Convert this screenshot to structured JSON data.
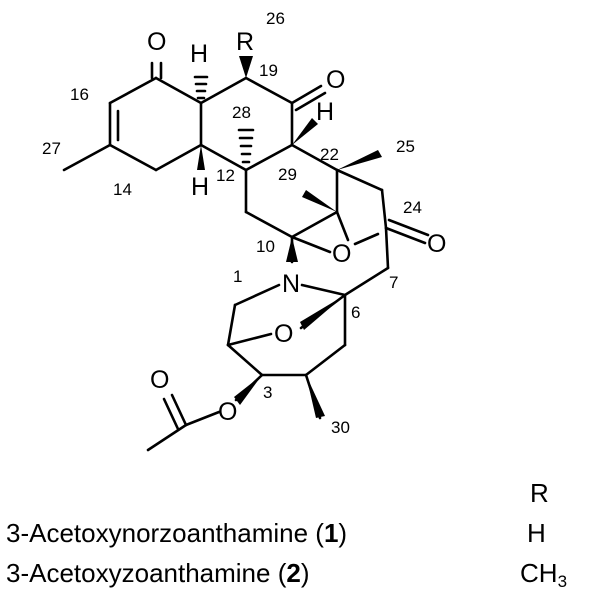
{
  "structure": {
    "atoms": {
      "o_top_ketone": "O",
      "o_c20_ketone": "O",
      "o_c24_ketone": "O",
      "o_ether": "O",
      "o_bridge": "O",
      "o_acetate_carbonyl": "O",
      "o_acetate_ester": "O",
      "n": "N",
      "h_c11": "H",
      "h_c21": "H",
      "h_c13": "H",
      "r_substituent": "R"
    },
    "locants": {
      "n26": "26",
      "n19": "19",
      "n16": "16",
      "n28": "28",
      "n27": "27",
      "n25": "25",
      "n22": "22",
      "n29": "29",
      "n14": "14",
      "n12": "12",
      "n24": "24",
      "n10": "10",
      "n1": "1",
      "n7": "7",
      "n6": "6",
      "n3": "3",
      "n30": "30"
    }
  },
  "legend": {
    "header": "R",
    "rows": [
      {
        "name": "3-Acetoxynorzoanthamine (",
        "number": "1",
        "close": ")",
        "r_value": "H",
        "r_sub": ""
      },
      {
        "name": "3-Acetoxyzoanthamine (",
        "number": "2",
        "close": ")",
        "r_value": "CH",
        "r_sub": "3"
      }
    ]
  }
}
